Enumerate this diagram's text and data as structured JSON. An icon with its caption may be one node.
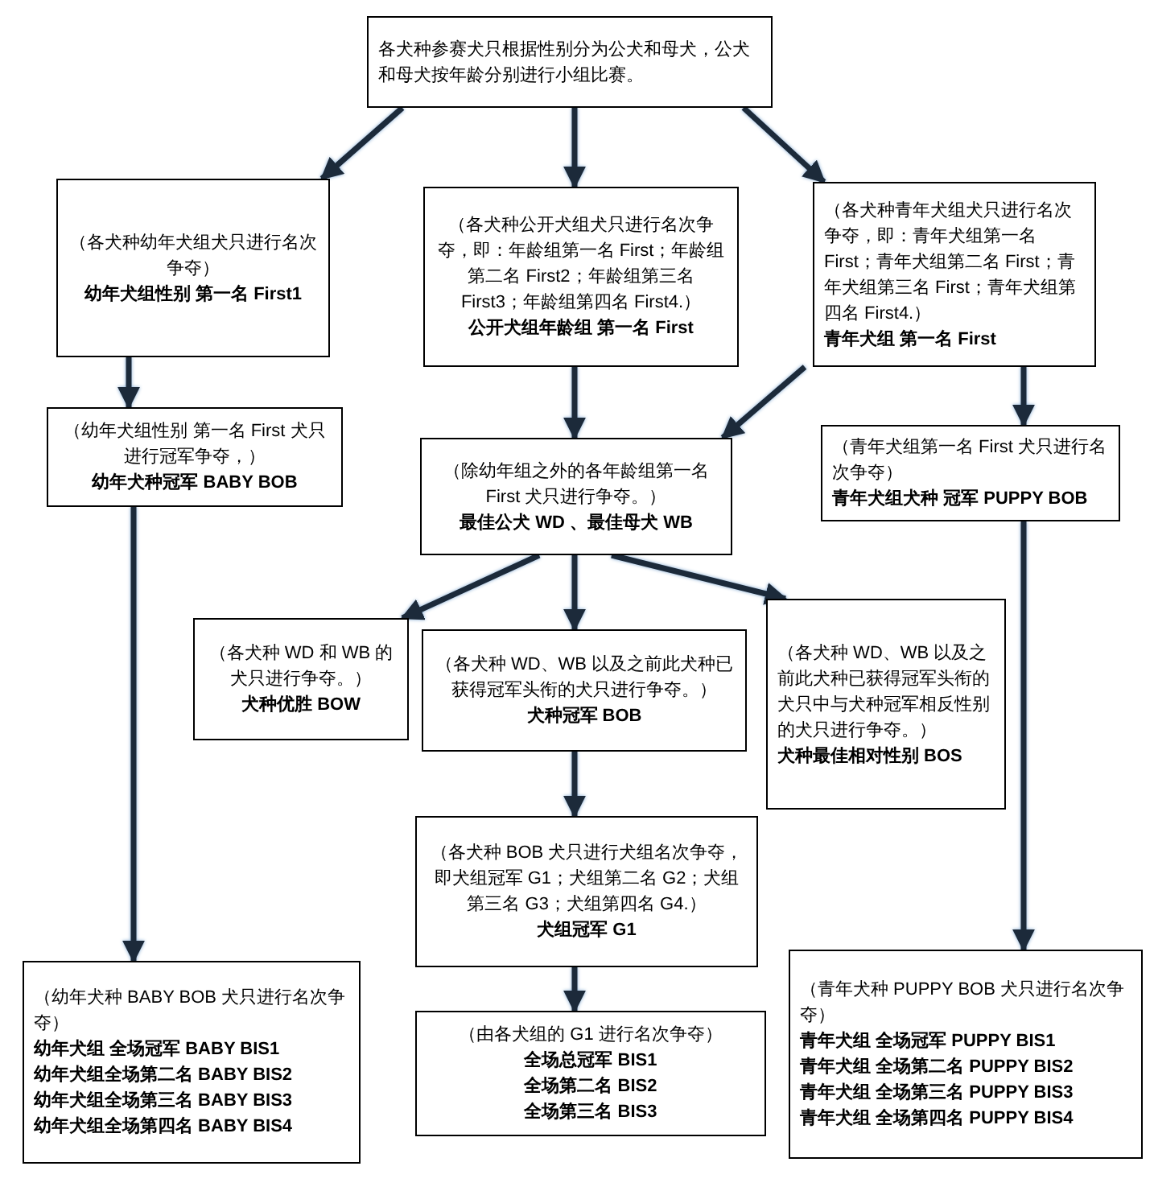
{
  "diagram": {
    "nodes": [
      {
        "text": [
          "各犬种参赛犬只根据性别分为公犬和母犬，公犬和母犬按年龄分别进行小组比赛。"
        ]
      },
      {
        "text": [
          "（各犬种幼年犬组犬只进行名次争夺）",
          "幼年犬组性别 第一名 First1"
        ]
      },
      {
        "text": [
          "（各犬种公开犬组犬只进行名次争夺，即：年龄组第一名 First；年龄组第二名 First2；年龄组第三名 First3；年龄组第四名 First4.）",
          "公开犬组年龄组 第一名 First"
        ]
      },
      {
        "text": [
          "（各犬种青年犬组犬只进行名次争夺，即：青年犬组第一名 First；青年犬组第二名 First；青年犬组第三名 First；青年犬组第四名 First4.）",
          "青年犬组 第一名 First"
        ]
      },
      {
        "text": [
          "（幼年犬组性别 第一名 First 犬只进行冠军争夺，）",
          "幼年犬种冠军 BABY BOB"
        ]
      },
      {
        "text": [
          "（除幼年组之外的各年龄组第一名 First 犬只进行争夺。）",
          "最佳公犬 WD 、最佳母犬 WB"
        ]
      },
      {
        "text": [
          "（青年犬组第一名 First 犬只进行名次争夺）",
          "青年犬组犬种 冠军 PUPPY BOB"
        ]
      },
      {
        "text": [
          "（各犬种 WD 和 WB 的犬只进行争夺。）",
          "犬种优胜 BOW"
        ]
      },
      {
        "text": [
          "（各犬种 WD、WB 以及之前此犬种已获得冠军头衔的犬只进行争夺。）",
          "犬种冠军 BOB"
        ]
      },
      {
        "text": [
          "（各犬种 WD、WB 以及之前此犬种已获得冠军头衔的犬只中与犬种冠军相反性别的犬只进行争夺。）",
          "犬种最佳相对性别 BOS"
        ]
      },
      {
        "text": [
          "（各犬种 BOB 犬只进行犬组名次争夺，即犬组冠军 G1；犬组第二名 G2；犬组第三名 G3；犬组第四名 G4.）",
          "犬组冠军 G1"
        ]
      },
      {
        "text": [
          "（由各犬组的 G1 进行名次争夺）",
          "全场总冠军 BIS1",
          "全场第二名 BIS2",
          "全场第三名 BIS3"
        ]
      },
      {
        "text": [
          "（幼年犬种 BABY BOB 犬只进行名次争夺）",
          "幼年犬组 全场冠军 BABY BIS1",
          "幼年犬组全场第二名 BABY BIS2",
          "幼年犬组全场第三名 BABY BIS3",
          "幼年犬组全场第四名 BABY BIS4"
        ]
      },
      {
        "text": [
          "（青年犬种 PUPPY BOB 犬只进行名次争夺）",
          "青年犬组 全场冠军 PUPPY BIS1",
          "青年犬组 全场第二名 PUPPY BIS2",
          "青年犬组 全场第三名 PUPPY BIS3",
          "青年犬组 全场第四名 PUPPY BIS4"
        ]
      }
    ],
    "edges": [
      {
        "from": 0,
        "to": 1,
        "arrow": "to"
      },
      {
        "from": 0,
        "to": 2,
        "arrow": "to"
      },
      {
        "from": 0,
        "to": 3,
        "arrow": "to"
      },
      {
        "from": 1,
        "to": 4,
        "arrow": "to"
      },
      {
        "from": 2,
        "to": 5,
        "arrow": "to"
      },
      {
        "from": 3,
        "to": 5,
        "arrow": "to"
      },
      {
        "from": 3,
        "to": 6,
        "arrow": "to"
      },
      {
        "from": 4,
        "to": 12,
        "arrow": "to"
      },
      {
        "from": 5,
        "to": 7,
        "arrow": "to"
      },
      {
        "from": 5,
        "to": 8,
        "arrow": "to"
      },
      {
        "from": 5,
        "to": 9,
        "arrow": "to"
      },
      {
        "from": 8,
        "to": 10,
        "arrow": "to"
      },
      {
        "from": 10,
        "to": 11,
        "arrow": "to"
      },
      {
        "from": 6,
        "to": 13,
        "arrow": "to"
      }
    ]
  }
}
